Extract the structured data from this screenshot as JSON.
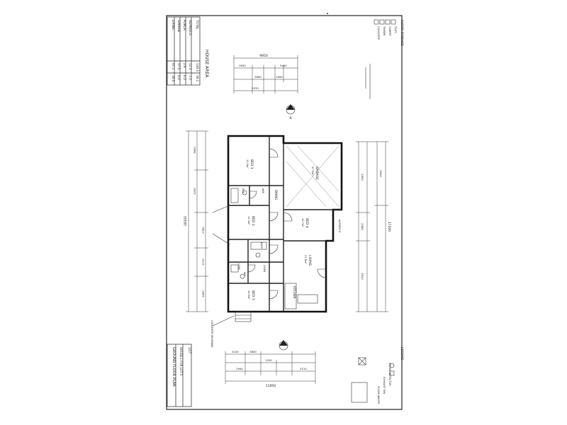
{
  "title_block": {
    "drawing_title": "GROUND FLOOR PLAN",
    "job_ref": "HOUSE 1 FOR LOT 5",
    "revision": "1/17"
  },
  "area_table": {
    "heading": "HOUSE AREA",
    "rows": [
      [
        "LIVING",
        "97.1",
        "10.5"
      ],
      [
        "GARAGE",
        "37.5",
        "4.0"
      ],
      [
        "PORCH",
        "2.6",
        "0.3"
      ],
      [
        "ALFRESCO",
        "12.3",
        "1.3"
      ],
      [
        "TOTAL",
        "149.5",
        "16.1"
      ]
    ]
  },
  "finishes": {
    "heading": "FLOOR FINISHES",
    "items": [
      "TILES",
      "CARPET",
      "TIMBER",
      "CONCRETE"
    ]
  },
  "legend": {
    "heading": "LEGEND",
    "items": [
      "SMOKE DETECTOR",
      "EXHAUST FAN",
      "FLOOR WASTE"
    ]
  },
  "rooms": {
    "bed1": {
      "name": "BED 1",
      "area": "13.5m²"
    },
    "bed2": {
      "name": "BED 2",
      "area": "11.3m²"
    },
    "bed3": {
      "name": "BED 3",
      "area": "10.6m²"
    },
    "bed4": {
      "name": "BED 4",
      "area": "10.7m²"
    },
    "garage": {
      "name": "GARAGE",
      "area": "37.5m²"
    },
    "living": {
      "name": "LIVING",
      "area": "21.8m²"
    },
    "kitchen": {
      "name": "KITCHEN",
      "area": "9.7m²"
    },
    "dining": {
      "name": "DINING",
      "area": "11.5m²"
    },
    "ens": {
      "name": "ENS"
    },
    "wir": {
      "name": "WIR"
    },
    "bath": {
      "name": "BATH"
    },
    "ldry": {
      "name": "LDRY"
    },
    "wc": {
      "name": "WC"
    },
    "linen": {
      "name": "LINEN"
    }
  },
  "dimensions": {
    "overall_top": "9950",
    "overall_left": "18100",
    "overall_bottom": "11950",
    "overall_right": "17200",
    "sub": [
      "3630",
      "5440",
      "3690",
      "1990",
      "2970",
      "4100",
      "3800",
      "1250",
      "4210",
      "2940",
      "3600",
      "3250",
      "2760",
      "1170",
      "1650",
      "1500",
      "2380",
      "3040",
      "3540"
    ]
  },
  "north_arrow": "N",
  "notes": {
    "driveway": "CONCRETE DRIVEWAY",
    "alfresco": "ALFRESCO"
  }
}
